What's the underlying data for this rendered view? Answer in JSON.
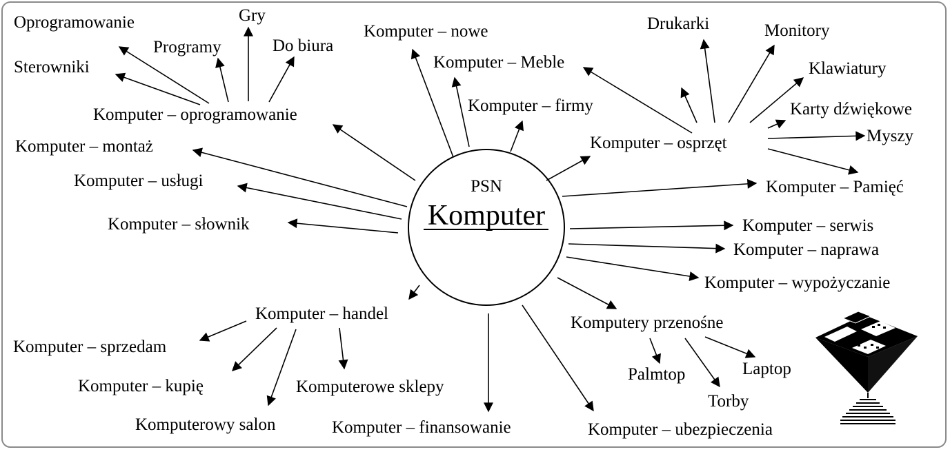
{
  "hub": {
    "small": "PSN",
    "big": "Komputer"
  },
  "labels": {
    "oprogramowanie": "Oprogramowanie",
    "gry": "Gry",
    "programy": "Programy",
    "do_biura": "Do biura",
    "sterowniki": "Sterowniki",
    "k_oprogramowanie": "Komputer – oprogramowanie",
    "k_montaz": "Komputer – montaż",
    "k_uslugi": "Komputer – usługi",
    "k_slownik": "Komputer – słownik",
    "k_nowe": "Komputer – nowe",
    "k_meble": "Komputer – Meble",
    "k_firmy": "Komputer – firmy",
    "drukarki": "Drukarki",
    "monitory": "Monitory",
    "klawiatury": "Klawiatury",
    "karty": "Karty dźwiękowe",
    "myszy": "Myszy",
    "k_osprzet": "Komputer – osprzęt",
    "k_pamiec": "Komputer – Pamięć",
    "k_serwis": "Komputer – serwis",
    "k_naprawa": "Komputer – naprawa",
    "k_wypozyczanie": "Komputer – wypożyczanie",
    "k_handel": "Komputer – handel",
    "k_sprzedam": "Komputer – sprzedam",
    "k_kupie": "Komputer – kupię",
    "k_salon": "Komputerowy salon",
    "k_sklepy": "Komputerowe sklepy",
    "k_finansowanie": "Komputer – finansowanie",
    "k_przenosne": "Komputery przenośne",
    "palmtop": "Palmtop",
    "torby": "Torby",
    "laptop": "Laptop",
    "k_ubezpieczenia": "Komputer – ubezpieczenia"
  }
}
